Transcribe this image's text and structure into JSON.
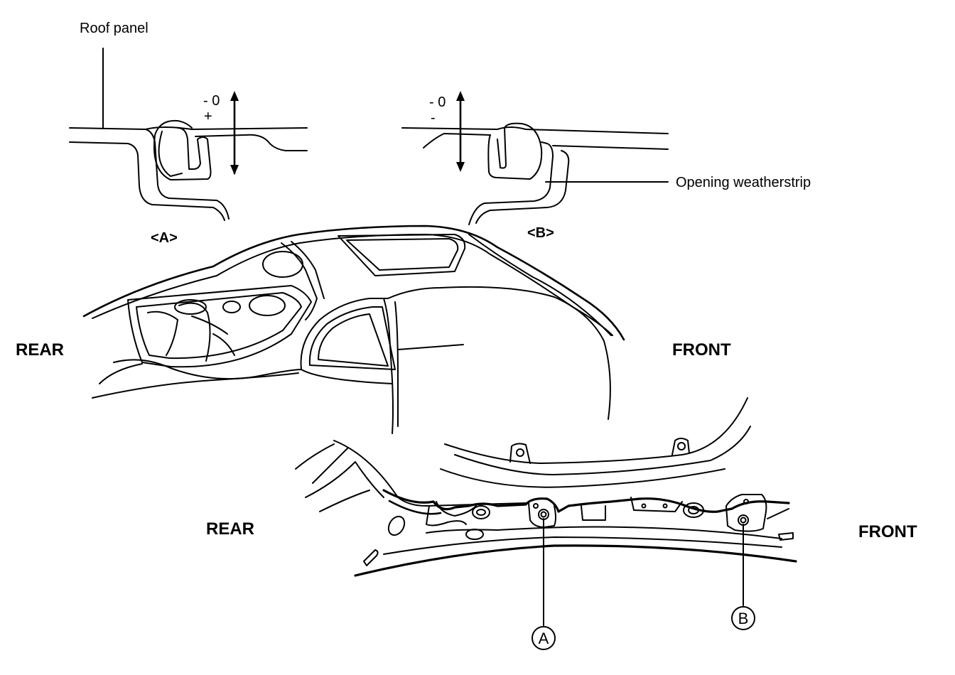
{
  "labels": {
    "roof_panel": "Roof panel",
    "opening_weatherstrip": "Opening weatherstrip",
    "section_a": "<A>",
    "section_b": "<B>",
    "rear_upper": "REAR",
    "front_upper": "FRONT",
    "rear_lower": "REAR",
    "front_lower": "FRONT",
    "callout_a": "A",
    "callout_b": "B"
  },
  "tolerance_a": {
    "upper": "- 0",
    "lower": "+"
  },
  "tolerance_b": {
    "upper": "- 0",
    "lower": "-"
  }
}
